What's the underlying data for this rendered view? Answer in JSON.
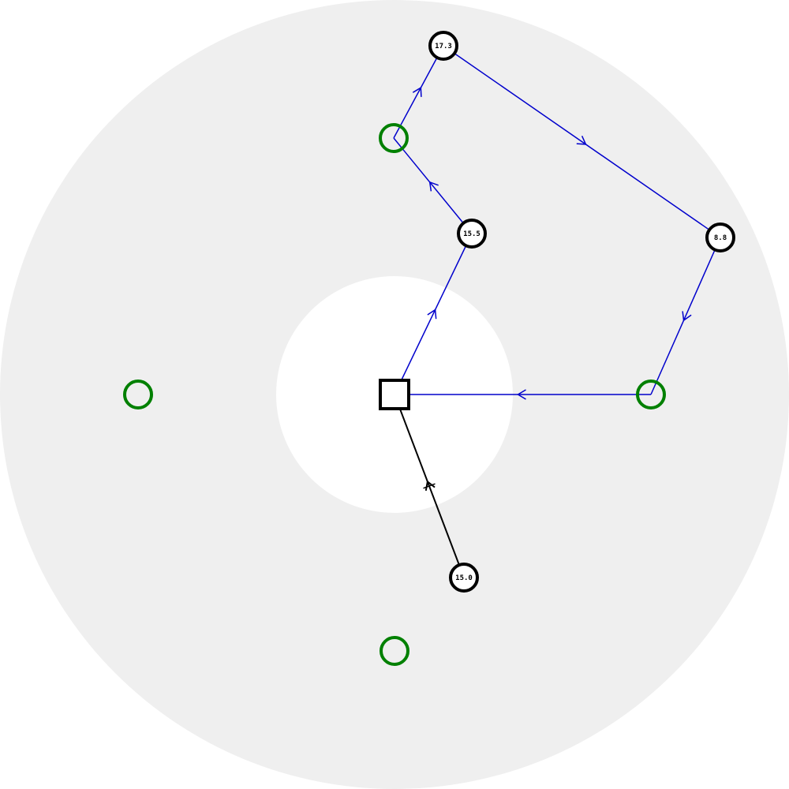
{
  "colors": {
    "outer_ring": "#efefef",
    "inner_disk": "#ffffff",
    "route": "#0000cc",
    "link": "#000000",
    "waypoint": "#008000",
    "node_stroke": "#000000",
    "node_fill": "#ffffff"
  },
  "nodes": [
    {
      "id": "depot",
      "kind": "depot"
    },
    {
      "id": "n1",
      "kind": "labeled",
      "label": "15.5"
    },
    {
      "id": "n2",
      "kind": "labeled",
      "label": "17.3"
    },
    {
      "id": "n3",
      "kind": "labeled",
      "label": "8.8"
    },
    {
      "id": "n4",
      "kind": "labeled",
      "label": "15.0"
    },
    {
      "id": "w1",
      "kind": "waypoint"
    },
    {
      "id": "w2",
      "kind": "waypoint"
    },
    {
      "id": "w3",
      "kind": "waypoint"
    },
    {
      "id": "w4",
      "kind": "waypoint"
    }
  ],
  "edges": [
    {
      "from": "depot",
      "to": "n1",
      "style": "route"
    },
    {
      "from": "n1",
      "to": "w1",
      "style": "route"
    },
    {
      "from": "w1",
      "to": "n2",
      "style": "route"
    },
    {
      "from": "n2",
      "to": "n3",
      "style": "route"
    },
    {
      "from": "n3",
      "to": "w2",
      "style": "route"
    },
    {
      "from": "w2",
      "to": "depot",
      "style": "route"
    },
    {
      "from": "n4",
      "to": "depot",
      "style": "link"
    }
  ]
}
